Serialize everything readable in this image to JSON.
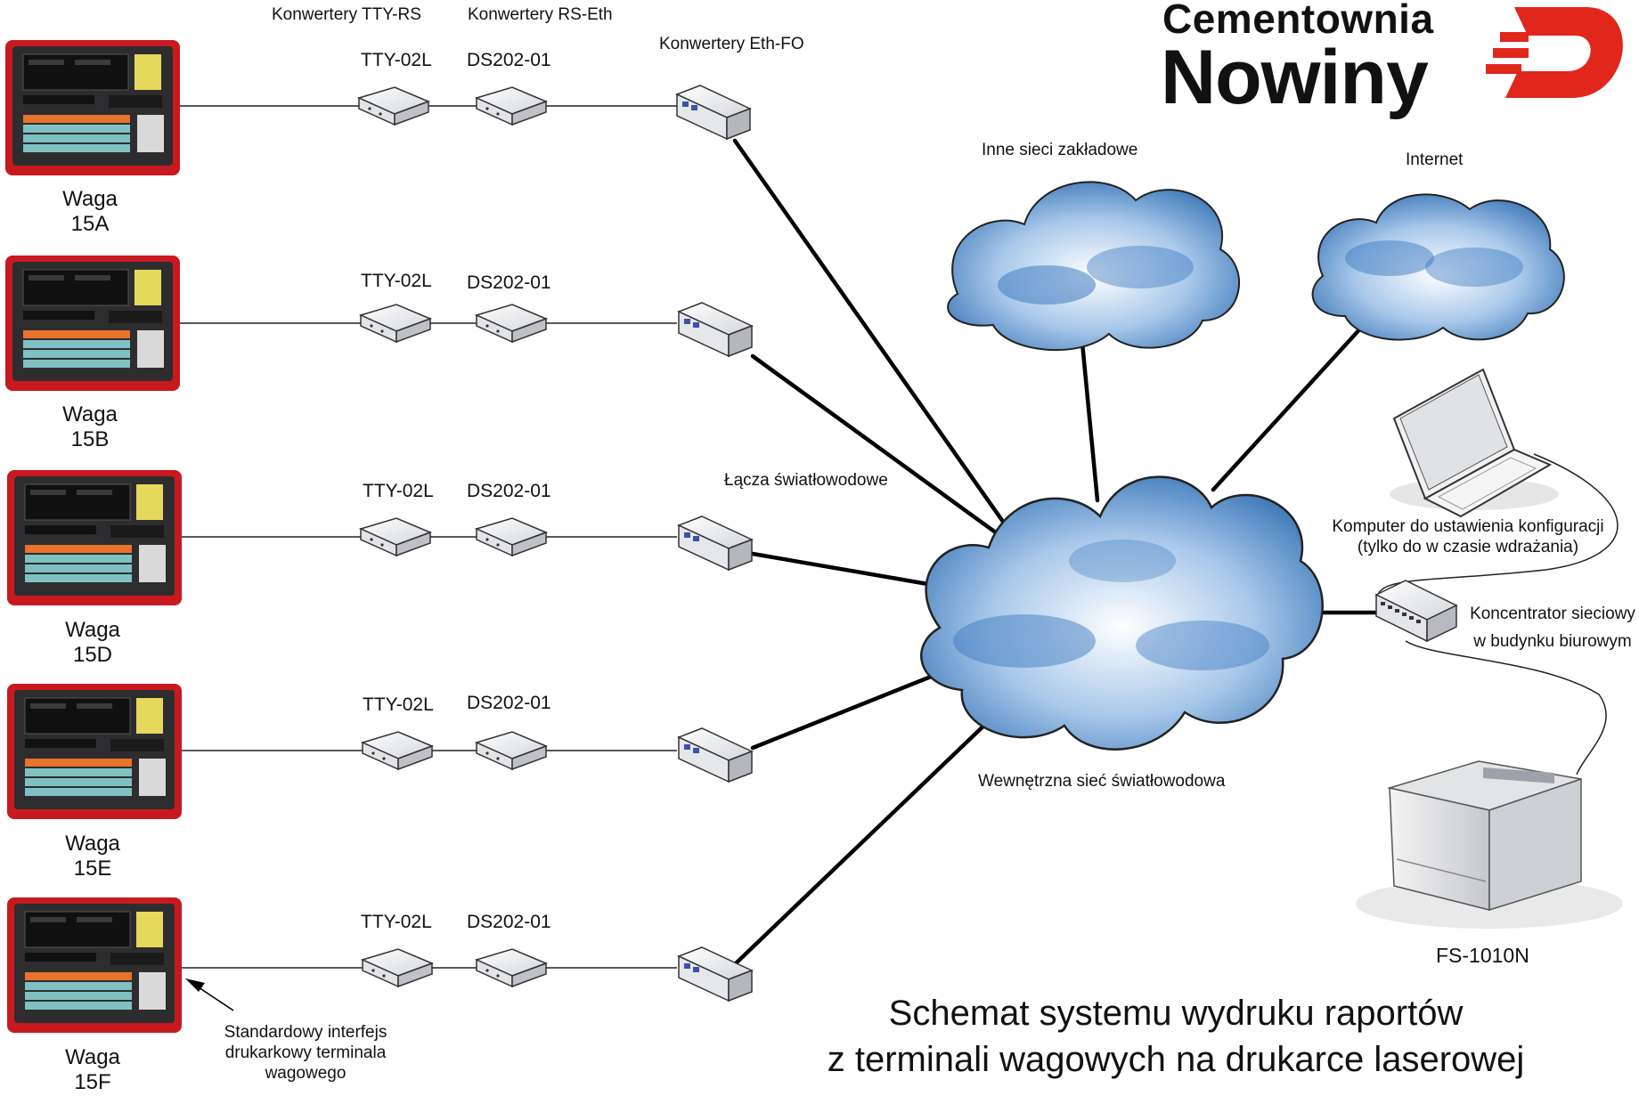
{
  "brand": {
    "line1": "Cementownia",
    "line2": "Nowiny"
  },
  "headers": {
    "tty_rs": "Konwertery TTY-RS",
    "rs_eth": "Konwertery RS-Eth",
    "eth_fo": "Konwertery Eth-FO"
  },
  "scales": [
    {
      "label1": "Waga",
      "label2": "15A",
      "tty": "TTY-02L",
      "ds": "DS202-01"
    },
    {
      "label1": "Waga",
      "label2": "15B",
      "tty": "TTY-02L",
      "ds": "DS202-01"
    },
    {
      "label1": "Waga",
      "label2": "15D",
      "tty": "TTY-02L",
      "ds": "DS202-01"
    },
    {
      "label1": "Waga",
      "label2": "15E",
      "tty": "TTY-02L",
      "ds": "DS202-01"
    },
    {
      "label1": "Waga",
      "label2": "15F",
      "tty": "TTY-02L",
      "ds": "DS202-01"
    }
  ],
  "fiber_links_label": "Łącza światłowodowe",
  "clouds": {
    "other_networks": "Inne sieci zakładowe",
    "internet": "Internet",
    "internal_network": "Wewnętrzna sieć światłowodowa"
  },
  "laptop": {
    "line1": "Komputer do ustawienia konfiguracji",
    "line2": "(tylko do w czasie wdrażania)"
  },
  "hub": {
    "line1": "Koncentrator sieciowy",
    "line2": "w budynku biurowym"
  },
  "printer": {
    "label": "FS-1010N"
  },
  "annotation": {
    "line1": "Standardowy interfejs",
    "line2": "drukarkowy terminala",
    "line3": "wagowego"
  },
  "title": {
    "line1": "Schemat systemu wydruku raportów",
    "line2": "z terminali wagowych na drukarce laserowej"
  },
  "colors": {
    "terminal_frame": "#d02026",
    "logo_red": "#e1261c",
    "cloud_blue": "#5b8fc9"
  }
}
